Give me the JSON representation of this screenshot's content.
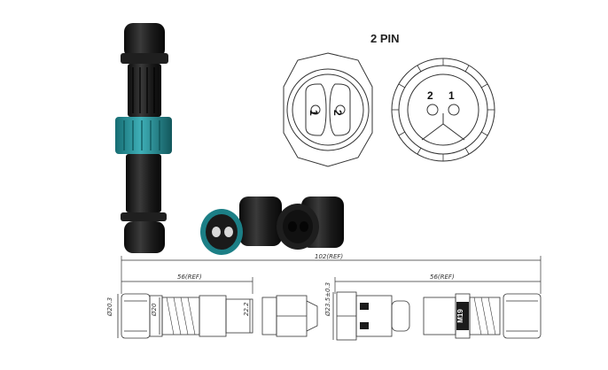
{
  "title": "2 PIN",
  "colors": {
    "body": "#1b1b1b",
    "accent": "#2a8d95",
    "line": "#333333"
  },
  "front_face_left": {
    "pin_1": "1",
    "pin_2": "2"
  },
  "front_face_right": {
    "pin_1": "1",
    "pin_2": "2"
  },
  "dimensions": {
    "overall_length": "102(REF)",
    "left_half_length": "56(REF)",
    "right_half_length": "56(REF)",
    "left_diameter": "Ø20.3",
    "left_inner_diameter": "Ø20",
    "left_face_height": "22.2",
    "right_diameter": "Ø23.5±0.3",
    "thread_label": "M19"
  }
}
